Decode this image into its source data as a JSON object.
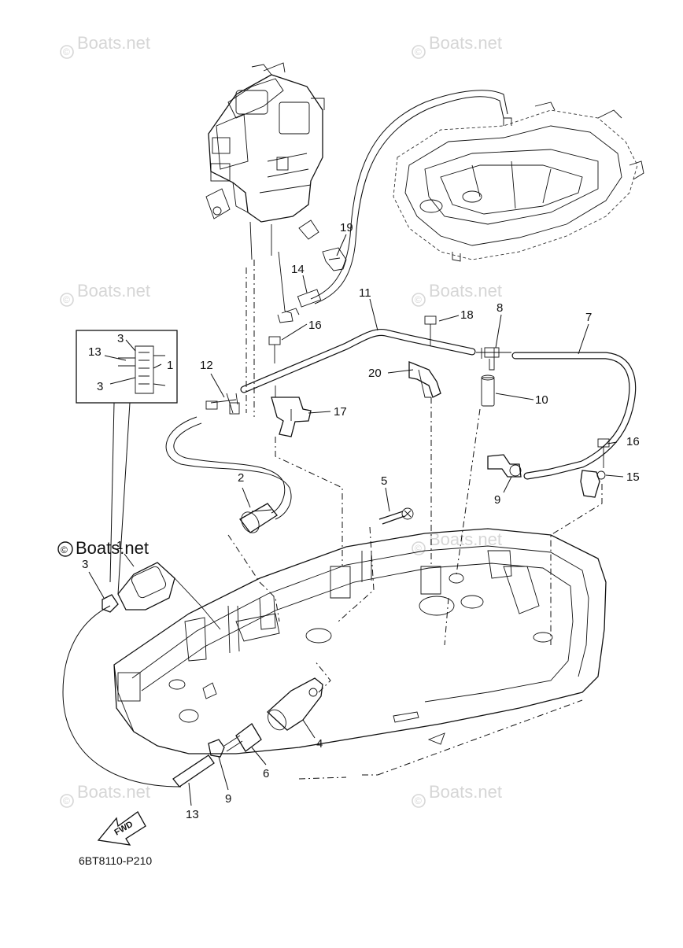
{
  "diagram": {
    "code": "6BT8110-P210",
    "fwd_label": "FWD",
    "watermark": "Boats.net",
    "inset_watermark": "Boats.net",
    "inset_labels": [
      "3",
      "13",
      "1",
      "3"
    ],
    "callouts": [
      {
        "id": "c1",
        "text": "1"
      },
      {
        "id": "c2",
        "text": "2"
      },
      {
        "id": "c3",
        "text": "3"
      },
      {
        "id": "c4",
        "text": "4"
      },
      {
        "id": "c5",
        "text": "5"
      },
      {
        "id": "c6",
        "text": "6"
      },
      {
        "id": "c7",
        "text": "7"
      },
      {
        "id": "c8",
        "text": "8"
      },
      {
        "id": "c9a",
        "text": "9"
      },
      {
        "id": "c9b",
        "text": "9"
      },
      {
        "id": "c10",
        "text": "10"
      },
      {
        "id": "c11",
        "text": "11"
      },
      {
        "id": "c12",
        "text": "12"
      },
      {
        "id": "c13",
        "text": "13"
      },
      {
        "id": "c14",
        "text": "14"
      },
      {
        "id": "c15",
        "text": "15"
      },
      {
        "id": "c16a",
        "text": "16"
      },
      {
        "id": "c16b",
        "text": "16"
      },
      {
        "id": "c17",
        "text": "17"
      },
      {
        "id": "c18",
        "text": "18"
      },
      {
        "id": "c19",
        "text": "19"
      },
      {
        "id": "c20",
        "text": "20"
      }
    ]
  }
}
